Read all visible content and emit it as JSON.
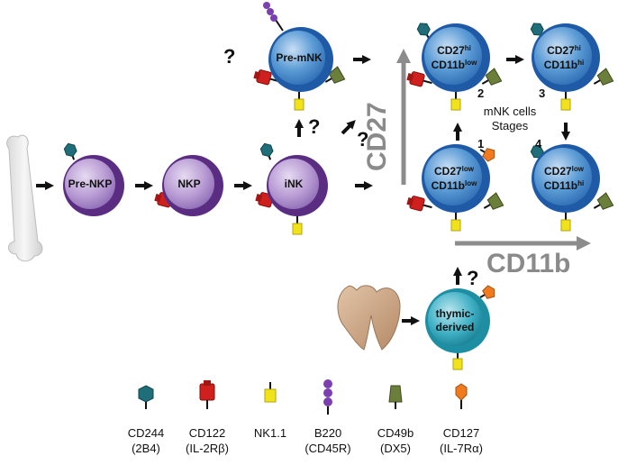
{
  "colors": {
    "purple_outer": "#5b2d82",
    "purple_inner": "#b79ad3",
    "blue_outer": "#1f5aa6",
    "blue_inner": "#5b9bd5",
    "teal_outer": "#1e8fa3",
    "arrow_gray": "#8c8c8c",
    "cd244": "#1f6e7a",
    "cd122": "#d0201e",
    "nk11": "#f2e21a",
    "b220": "#7b3fb0",
    "cd49b": "#6b7f3a",
    "cd127": "#f07a1e"
  },
  "cells": {
    "pre_nkp": "Pre-NKP",
    "nkp": "NKP",
    "ink": "iNK",
    "pre_mnk": "Pre-mNK",
    "thymic_line1": "thymic-",
    "thymic_line2": "derived",
    "stage1": {
      "a": "CD27",
      "a_sup": "low",
      "b": "CD11b",
      "b_sup": "low",
      "num": "1"
    },
    "stage2": {
      "a": "CD27",
      "a_sup": "hi",
      "b": "CD11b",
      "b_sup": "low",
      "num": "2"
    },
    "stage3": {
      "a": "CD27",
      "a_sup": "hi",
      "b": "CD11b",
      "b_sup": "hi",
      "num": "3"
    },
    "stage4": {
      "a": "CD27",
      "a_sup": "low",
      "b": "CD11b",
      "b_sup": "hi",
      "num": "4"
    }
  },
  "mnk_label": {
    "line1": "mNK cells",
    "line2": "Stages"
  },
  "axes": {
    "y": "CD27",
    "x": "CD11b"
  },
  "question_mark": "?",
  "legend": [
    {
      "name": "CD244",
      "alias": "(2B4)",
      "icon": "hexagon"
    },
    {
      "name": "CD122",
      "alias": "(IL-2Rβ)",
      "icon": "receptor"
    },
    {
      "name": "NK1.1",
      "alias": "",
      "icon": "rect"
    },
    {
      "name": "B220",
      "alias": "(CD45R)",
      "icon": "beads"
    },
    {
      "name": "CD49b",
      "alias": "(DX5)",
      "icon": "trapezoid"
    },
    {
      "name": "CD127",
      "alias": "(IL-7Rα)",
      "icon": "star"
    }
  ]
}
